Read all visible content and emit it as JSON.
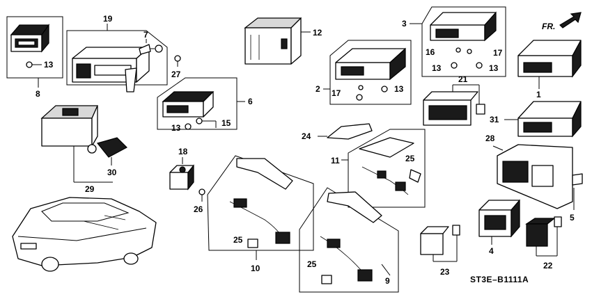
{
  "diagram": {
    "fr_arrow_label": "FR.",
    "diagram_code": "ST3E–B1111A",
    "callouts": {
      "c1": "1",
      "c2": "2",
      "c3": "3",
      "c4": "4",
      "c5": "5",
      "c6": "6",
      "c7": "7",
      "c8": "8",
      "c9": "9",
      "c10": "10",
      "c11": "11",
      "c12": "12",
      "c13a": "13",
      "c13b": "13",
      "c13c": "13",
      "c13d": "13",
      "c13e": "13",
      "c15": "15",
      "c16": "16",
      "c17a": "17",
      "c17b": "17",
      "c18": "18",
      "c19": "19",
      "c21": "21",
      "c22": "22",
      "c23": "23",
      "c24": "24",
      "c25a": "25",
      "c25b": "25",
      "c25c": "25",
      "c26": "26",
      "c27": "27",
      "c28": "28",
      "c29": "29",
      "c30": "30",
      "c31": "31"
    }
  }
}
